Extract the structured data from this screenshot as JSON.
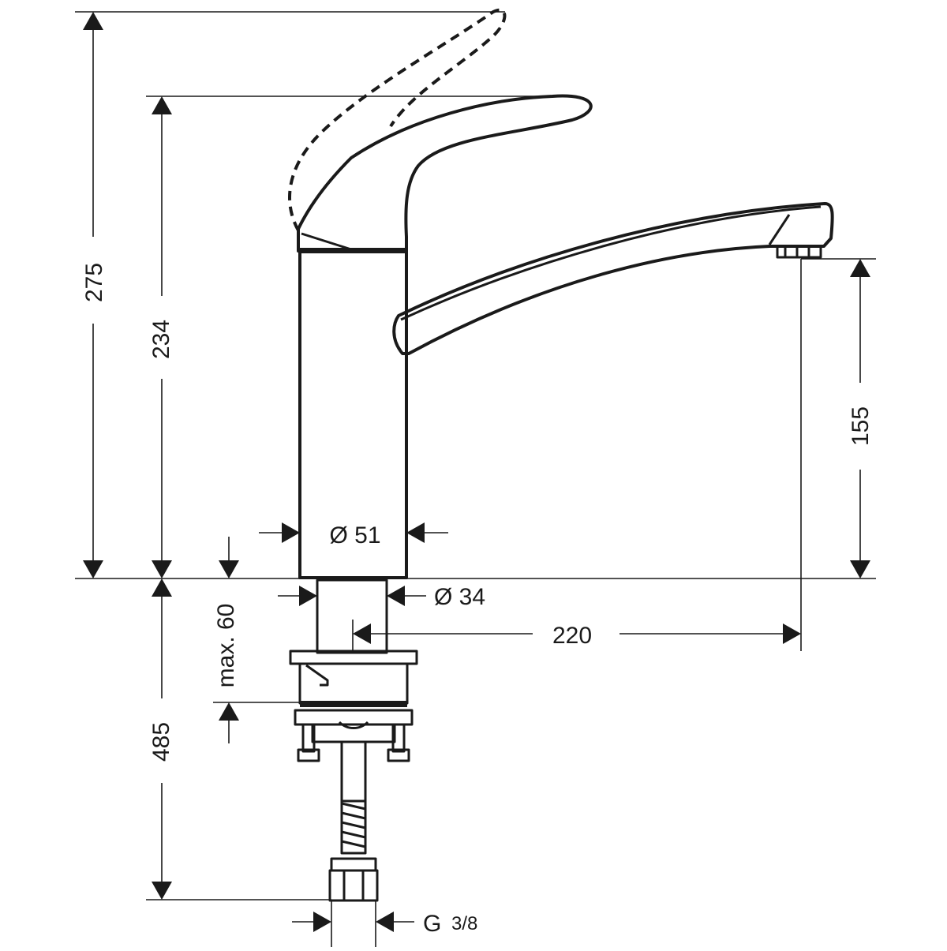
{
  "dimensions": {
    "total_height_lever_raised": "275",
    "total_height": "234",
    "spout_outlet_height": "155",
    "body_diameter": "Ø 51",
    "shank_diameter": "Ø 34",
    "spout_reach": "220",
    "max_countertop_thickness": "max. 60",
    "supply_hose_length": "485",
    "connection_thread": "G",
    "connection_thread_fraction": "3/8"
  }
}
